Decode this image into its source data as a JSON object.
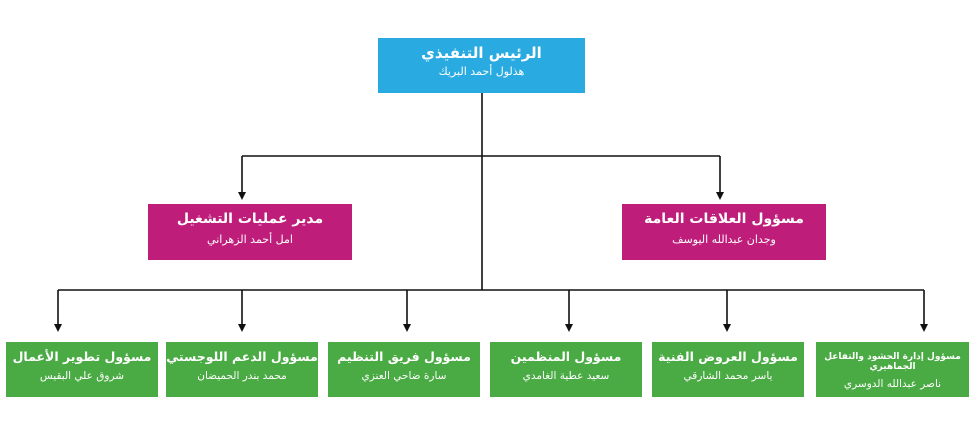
{
  "colors": {
    "top": "#29aae1",
    "middle": "#be1e7a",
    "bottom": "#4aab44",
    "line": "#111111"
  },
  "ceo": {
    "title": "الرئيس التنفيذي",
    "name": "هذلول أحمد البريك"
  },
  "managers": [
    {
      "title": "مسؤول العلاقات العامة",
      "name": "وجدان عبدالله اليوسف"
    },
    {
      "title": "مدير عمليات التشغيل",
      "name": "امل أحمد الزهراني"
    }
  ],
  "staff": [
    {
      "title": "مسؤول إدارة الحشود والتفاعل الجماهيري",
      "name": "ناصر عبدالله الدوسري"
    },
    {
      "title": "مسؤول العروض الفنية",
      "name": "ياسر محمد الشارقي"
    },
    {
      "title": "مسؤول المنظمين",
      "name": "سعيد عطية الغامدي"
    },
    {
      "title": "مسؤول فريق التنظيم",
      "name": "سارة ضاحي العنزي"
    },
    {
      "title": "مسؤول الدعم اللوجستي",
      "name": "محمد بندر الحميضان"
    },
    {
      "title": "مسؤول تطوير الأعمال",
      "name": "شروق علي البقيس"
    }
  ]
}
